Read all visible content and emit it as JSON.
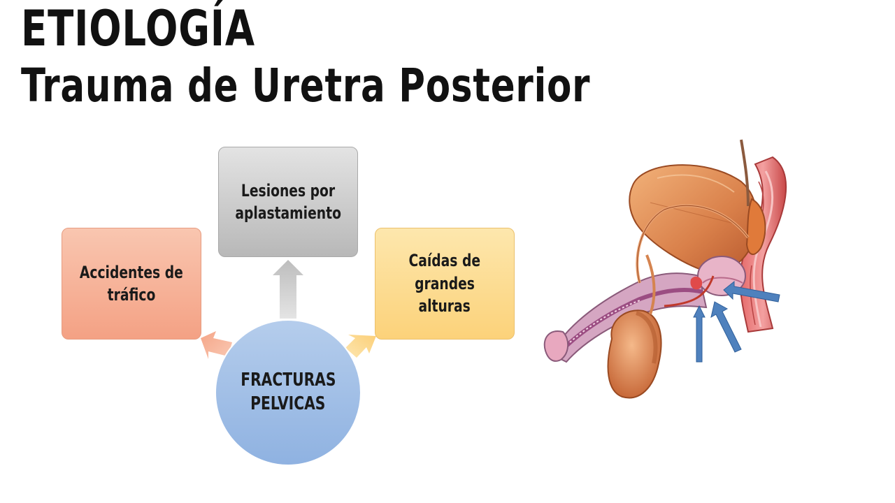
{
  "title": {
    "line1": "ETIOLOGÍA",
    "line2": "Trauma de Uretra Posterior"
  },
  "diagram": {
    "center": [
      "FRACTURAS",
      "PELVICAS"
    ],
    "nodes": [
      {
        "id": "accidentes",
        "lines": [
          "Accidentes de",
          "tráfico"
        ],
        "color": "#f6ab8f"
      },
      {
        "id": "lesiones",
        "lines": [
          "Lesiones por",
          "aplastamiento"
        ],
        "color": "#c8c8c8"
      },
      {
        "id": "caidas",
        "lines": [
          "Caídas de",
          "grandes",
          "alturas"
        ],
        "color": "#fcd98a"
      }
    ],
    "center_color": "#a3c0e8"
  },
  "illustration": {
    "pointer_arrow_color": "#4f81bd",
    "pointer_arrow_count": 3
  }
}
